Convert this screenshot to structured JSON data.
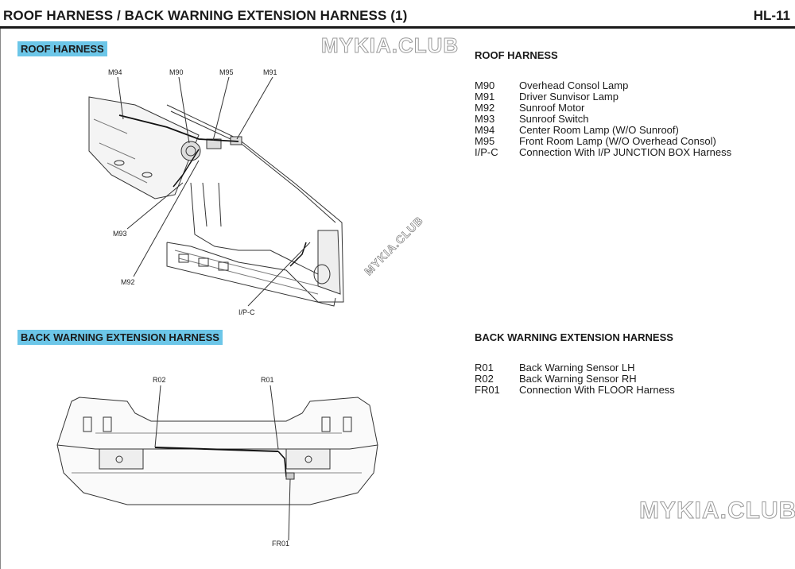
{
  "header": {
    "title": "ROOF HARNESS / BACK WARNING EXTENSION HARNESS (1)",
    "page": "HL-11"
  },
  "watermark": "MYKIA.CLUB",
  "roof": {
    "tag": "ROOF HARNESS",
    "title": "ROOF HARNESS",
    "labels": [
      "M94",
      "M90",
      "M95",
      "M91",
      "M93",
      "M92",
      "I/P-C"
    ],
    "legend": [
      {
        "code": "M90",
        "desc": "Overhead Consol Lamp"
      },
      {
        "code": "M91",
        "desc": "Driver Sunvisor Lamp"
      },
      {
        "code": "M92",
        "desc": "Sunroof Motor"
      },
      {
        "code": "M93",
        "desc": "Sunroof Switch"
      },
      {
        "code": "M94",
        "desc": "Center Room Lamp (W/O Sunroof)"
      },
      {
        "code": "M95",
        "desc": "Front Room Lamp (W/O Overhead Consol)"
      },
      {
        "code": "I/P-C",
        "desc": "Connection With I/P JUNCTION BOX Harness"
      }
    ]
  },
  "back": {
    "tag": "BACK WARNING EXTENSION HARNESS",
    "title": "BACK WARNING EXTENSION HARNESS",
    "labels": [
      "R02",
      "R01",
      "FR01"
    ],
    "legend": [
      {
        "code": "R01",
        "desc": "Back Warning Sensor LH"
      },
      {
        "code": "R02",
        "desc": "Back Warning Sensor RH"
      },
      {
        "code": "FR01",
        "desc": "Connection With FLOOR Harness"
      }
    ]
  }
}
